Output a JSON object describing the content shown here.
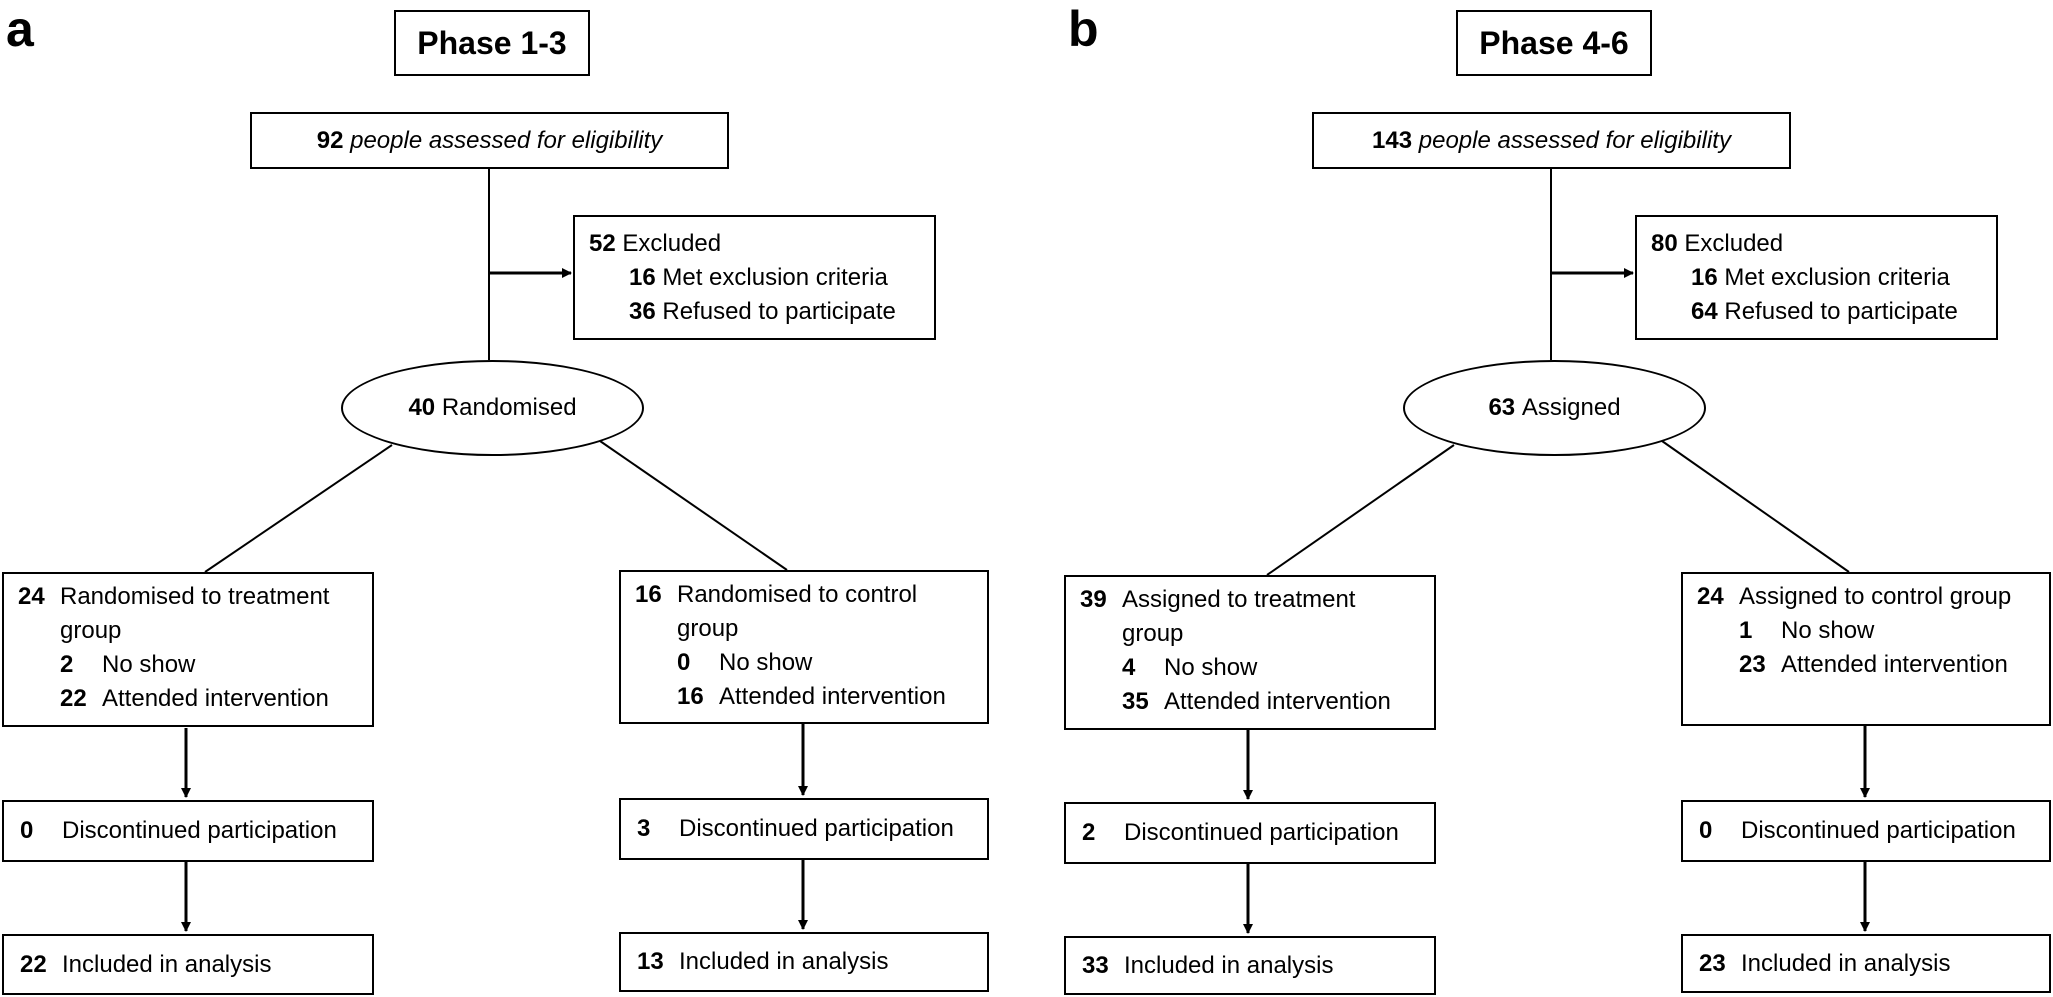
{
  "panels": [
    {
      "letter": "a",
      "phase": "Phase 1-3",
      "assessed": {
        "count": "92",
        "text": "people assessed for eligibility"
      },
      "excluded": {
        "count": "52",
        "label": "Excluded",
        "items": [
          {
            "count": "16",
            "label": "Met exclusion criteria"
          },
          {
            "count": "36",
            "label": "Refused to participate"
          }
        ]
      },
      "allocation": {
        "count": "40",
        "label": "Randomised"
      },
      "groups": [
        {
          "count": "24",
          "label": "Randomised to treatment",
          "label_cont": "group",
          "items": [
            {
              "count": "2",
              "label": "No show"
            },
            {
              "count": "22",
              "label": "Attended intervention"
            }
          ],
          "discontinued": {
            "count": "0",
            "label": "Discontinued participation"
          },
          "included": {
            "count": "22",
            "label": "Included in analysis"
          }
        },
        {
          "count": "16",
          "label": "Randomised to control",
          "label_cont": "group",
          "items": [
            {
              "count": "0",
              "label": "No show"
            },
            {
              "count": "16",
              "label": "Attended intervention"
            }
          ],
          "discontinued": {
            "count": "3",
            "label": "Discontinued participation"
          },
          "included": {
            "count": "13",
            "label": "Included in analysis"
          }
        }
      ]
    },
    {
      "letter": "b",
      "phase": "Phase 4-6",
      "assessed": {
        "count": "143",
        "text": "people assessed for eligibility"
      },
      "excluded": {
        "count": "80",
        "label": "Excluded",
        "items": [
          {
            "count": "16",
            "label": "Met exclusion criteria"
          },
          {
            "count": "64",
            "label": "Refused to participate"
          }
        ]
      },
      "allocation": {
        "count": "63",
        "label": "Assigned"
      },
      "groups": [
        {
          "count": "39",
          "label": "Assigned to treatment",
          "label_cont": "group",
          "items": [
            {
              "count": "4",
              "label": "No show"
            },
            {
              "count": "35",
              "label": "Attended intervention"
            }
          ],
          "discontinued": {
            "count": "2",
            "label": "Discontinued participation"
          },
          "included": {
            "count": "33",
            "label": "Included in analysis"
          }
        },
        {
          "count": "24",
          "label": "Assigned to control group",
          "label_cont": "",
          "items": [
            {
              "count": "1",
              "label": "No show"
            },
            {
              "count": "23",
              "label": "Attended intervention"
            }
          ],
          "discontinued": {
            "count": "0",
            "label": "Discontinued participation"
          },
          "included": {
            "count": "23",
            "label": "Included in analysis"
          }
        }
      ]
    }
  ]
}
